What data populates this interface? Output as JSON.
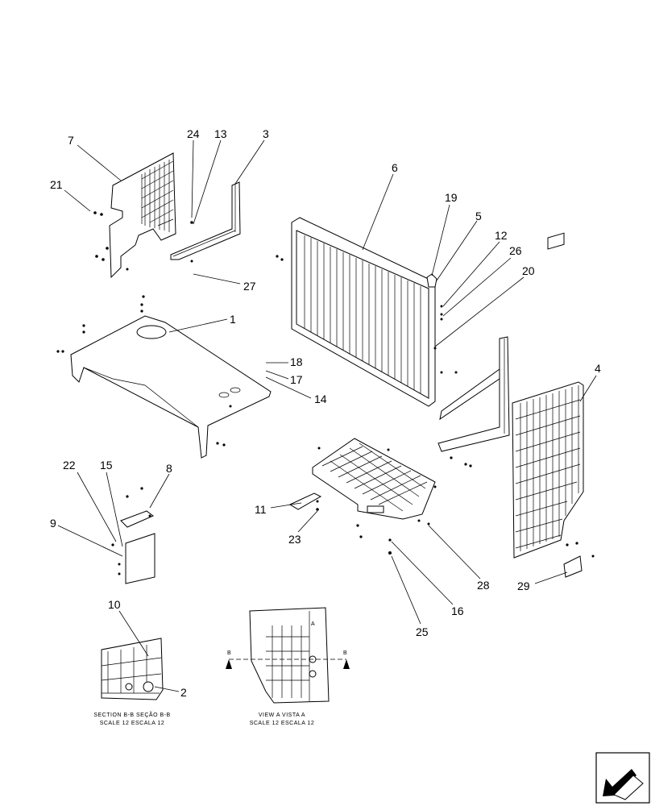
{
  "callouts": [
    {
      "id": "c7",
      "label": "7"
    },
    {
      "id": "c21",
      "label": "21"
    },
    {
      "id": "c24",
      "label": "24"
    },
    {
      "id": "c13",
      "label": "13"
    },
    {
      "id": "c3",
      "label": "3"
    },
    {
      "id": "c27",
      "label": "27"
    },
    {
      "id": "c6",
      "label": "6"
    },
    {
      "id": "c19",
      "label": "19"
    },
    {
      "id": "c5",
      "label": "5"
    },
    {
      "id": "c12",
      "label": "12"
    },
    {
      "id": "c26",
      "label": "26"
    },
    {
      "id": "c20",
      "label": "20"
    },
    {
      "id": "c1",
      "label": "1"
    },
    {
      "id": "c18",
      "label": "18"
    },
    {
      "id": "c17",
      "label": "17"
    },
    {
      "id": "c14",
      "label": "14"
    },
    {
      "id": "c4",
      "label": "4"
    },
    {
      "id": "c22",
      "label": "22"
    },
    {
      "id": "c15",
      "label": "15"
    },
    {
      "id": "c8",
      "label": "8"
    },
    {
      "id": "c9",
      "label": "9"
    },
    {
      "id": "c11",
      "label": "11"
    },
    {
      "id": "c23",
      "label": "23"
    },
    {
      "id": "c28",
      "label": "28"
    },
    {
      "id": "c29",
      "label": "29"
    },
    {
      "id": "c16",
      "label": "16"
    },
    {
      "id": "c25",
      "label": "25"
    },
    {
      "id": "c10",
      "label": "10"
    },
    {
      "id": "c2",
      "label": "2"
    }
  ],
  "section_view": {
    "caption_line1": "SECTION B-B   SEÇÃO B-B",
    "caption_line2": "SCALE 12   ESCALA 12"
  },
  "detail_view": {
    "caption_line1": "VIEW A   VISTA A",
    "caption_line2": "SCALE 12   ESCALA 12",
    "tag_a": "A",
    "tag_b_left": "B",
    "tag_b_right": "B"
  }
}
